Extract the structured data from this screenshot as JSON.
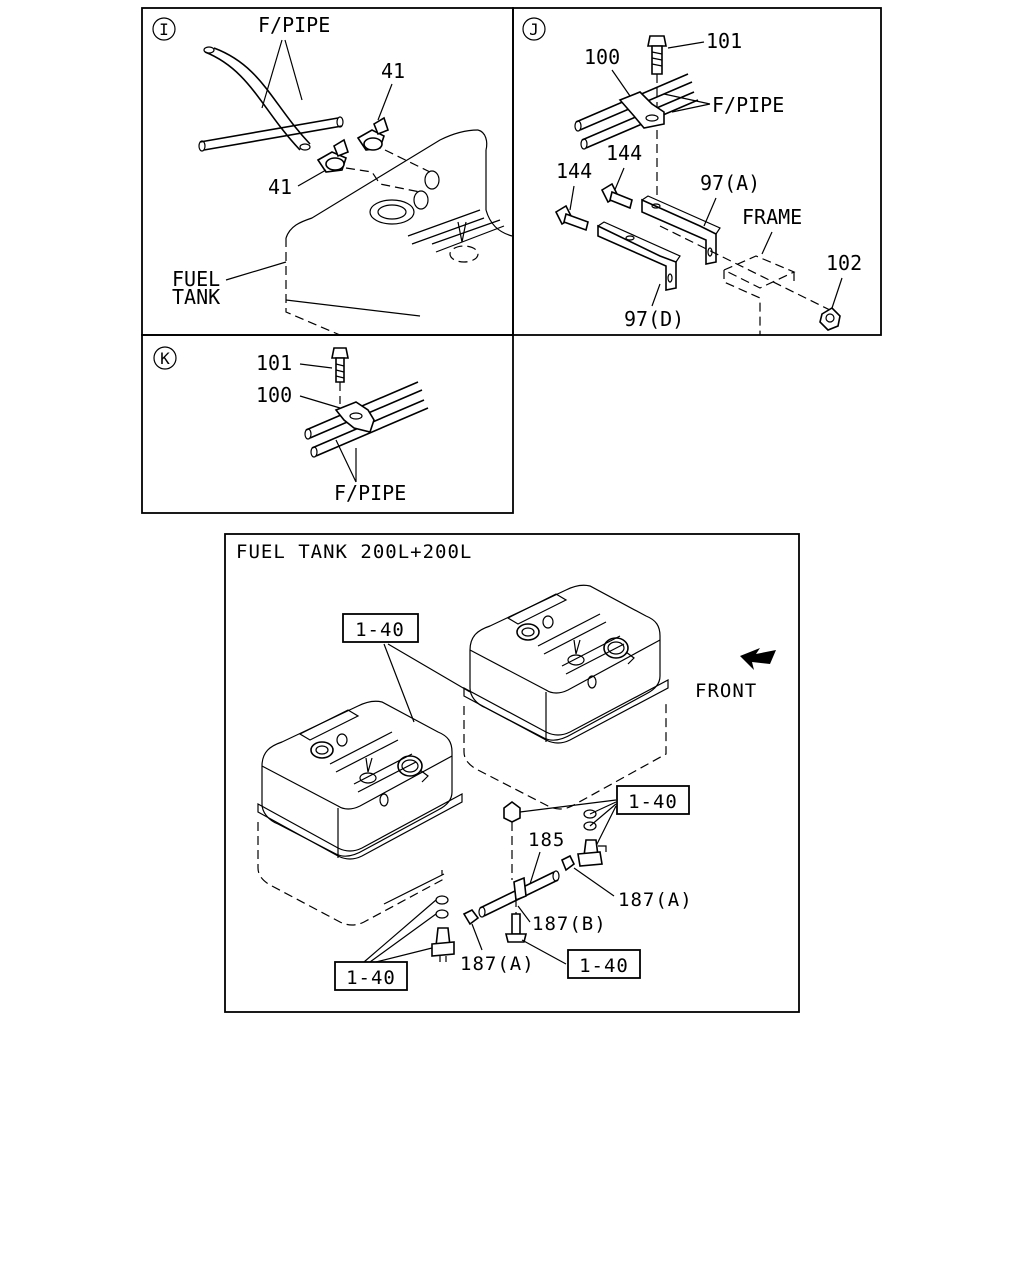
{
  "detail_i": {
    "marker": "I",
    "label_fpipe": "F/PIPE",
    "label_41_top": "41",
    "label_41_bottom": "41",
    "label_fuel": "FUEL",
    "label_tank": "TANK"
  },
  "detail_j": {
    "marker": "J",
    "label_100": "100",
    "label_101": "101",
    "label_fpipe": "F/PIPE",
    "label_144_a": "144",
    "label_144_b": "144",
    "label_97a": "97(A)",
    "label_frame": "FRAME",
    "label_102": "102",
    "label_97d": "97(D)"
  },
  "detail_k": {
    "marker": "K",
    "label_101": "101",
    "label_100": "100",
    "label_fpipe": "F/PIPE"
  },
  "main": {
    "title": "FUEL TANK 200L+200L",
    "ref_box_top": "1-40",
    "ref_box_right": "1-40",
    "ref_box_bottom_left": "1-40",
    "ref_box_bottom_right": "1-40",
    "label_185": "185",
    "label_187a_right": "187(A)",
    "label_187b": "187(B)",
    "label_187a_bottom": "187(A)",
    "label_front": "FRONT"
  }
}
